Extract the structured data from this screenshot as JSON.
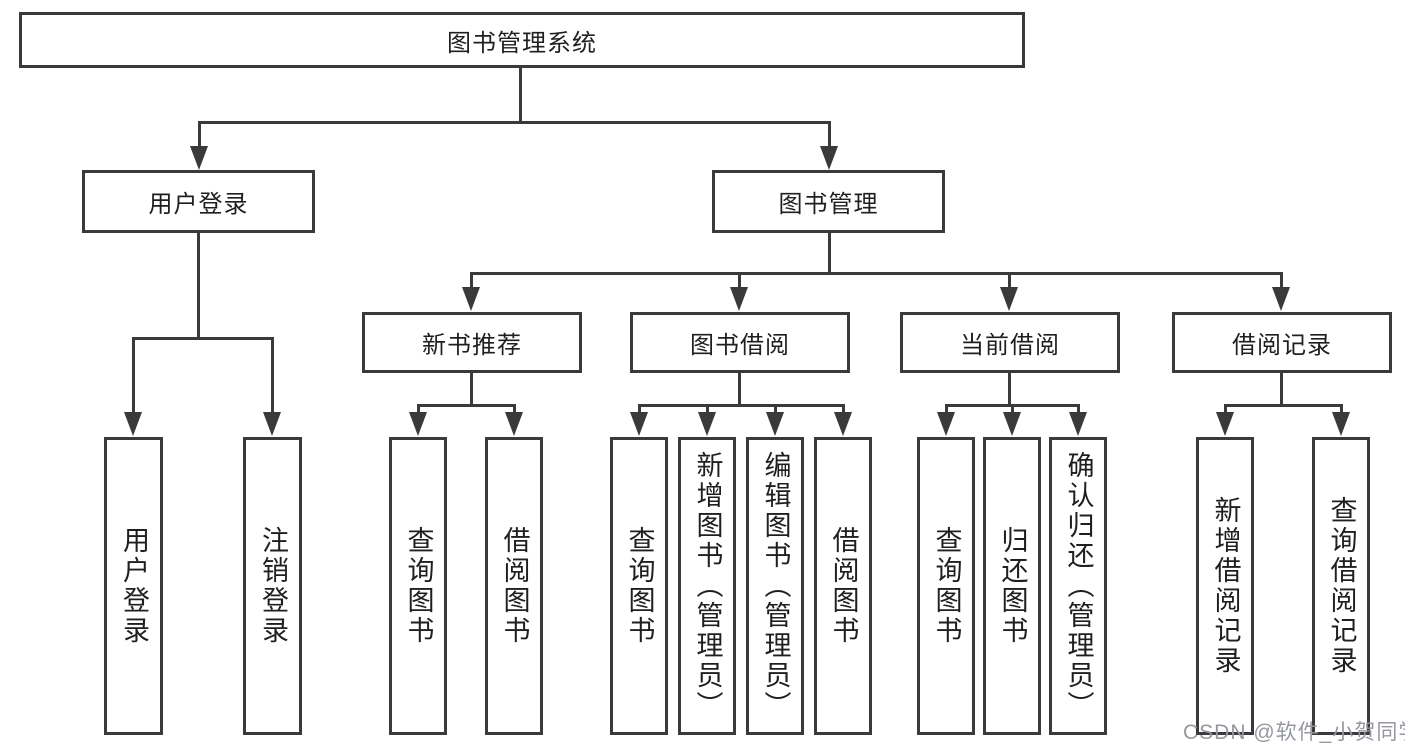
{
  "diagram": {
    "root": {
      "label": "图书管理系统"
    },
    "level2": [
      {
        "label": "用户登录"
      },
      {
        "label": "图书管理"
      }
    ],
    "level3": [
      {
        "label": "新书推荐"
      },
      {
        "label": "图书借阅"
      },
      {
        "label": "当前借阅"
      },
      {
        "label": "借阅记录"
      }
    ],
    "leaves": {
      "user_login": [
        {
          "label": "用户登录"
        },
        {
          "label": "注销登录"
        }
      ],
      "new_book_rec": [
        {
          "label": "查询图书"
        },
        {
          "label": "借阅图书"
        }
      ],
      "book_borrow": [
        {
          "label": "查询图书"
        },
        {
          "label": "新增图书（管理员）"
        },
        {
          "label": "编辑图书（管理员）"
        },
        {
          "label": "借阅图书"
        }
      ],
      "current_borrow": [
        {
          "label": "查询图书"
        },
        {
          "label": "归还图书"
        },
        {
          "label": "确认归还（管理员）"
        }
      ],
      "borrow_records": [
        {
          "label": "新增借阅记录"
        },
        {
          "label": "查询借阅记录"
        }
      ]
    }
  },
  "watermark": {
    "label": "CSDN @软件_小贺同学"
  },
  "colors": {
    "line": "#3a3a3a",
    "text": "#1f1f1f",
    "watermark": "#9598a0",
    "background": "#ffffff"
  }
}
